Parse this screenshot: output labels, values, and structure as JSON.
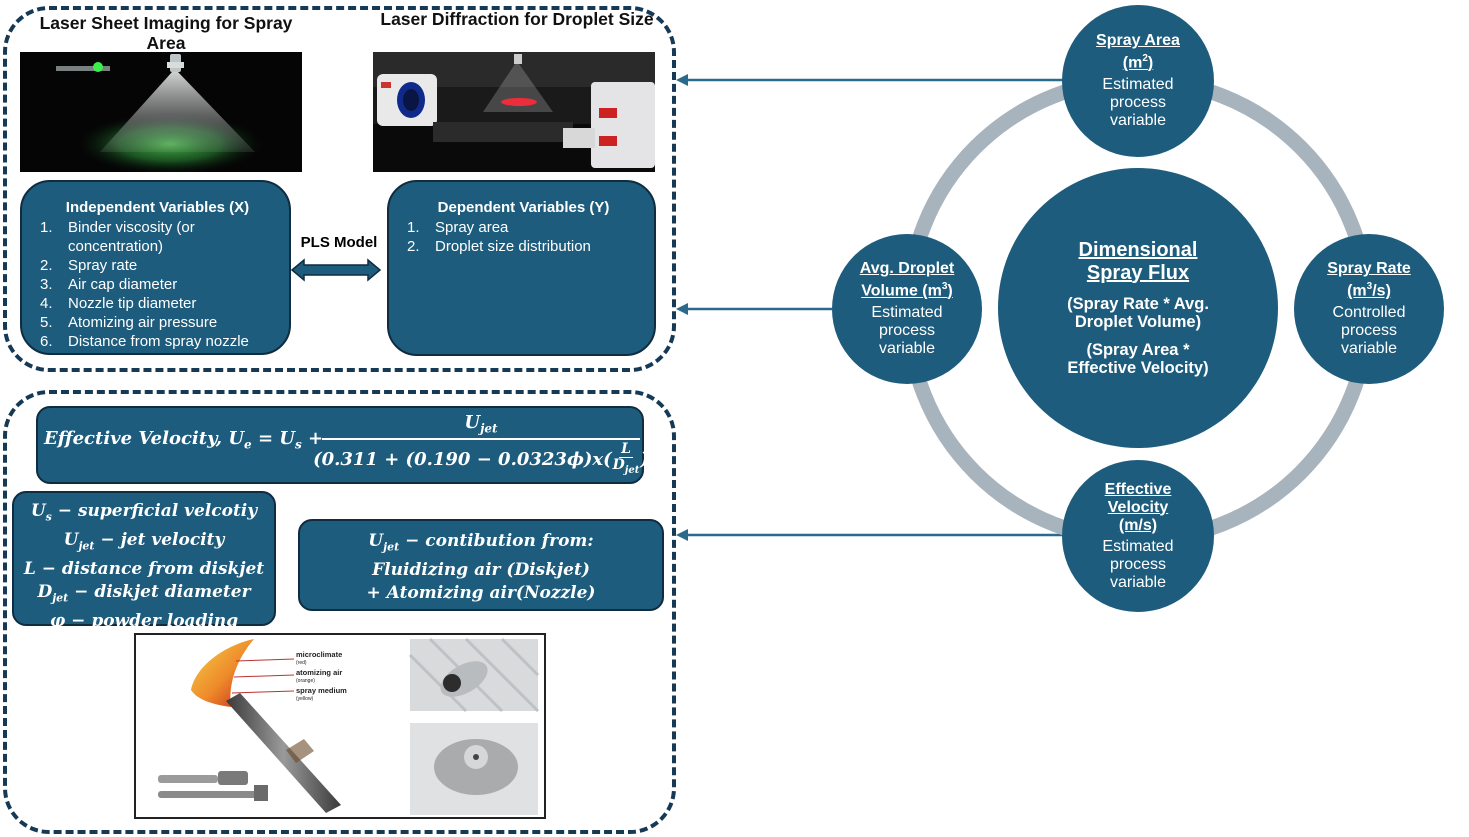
{
  "top_section": {
    "laser_sheet_title": "Laser Sheet Imaging for Spray Area",
    "laser_diffraction_title": "Laser Diffraction for Droplet Size",
    "pls_label": "PLS Model",
    "independent": {
      "title": "Independent Variables (X)",
      "items": [
        {
          "num": "1.",
          "text": "Binder viscosity (or concentration)"
        },
        {
          "num": "2.",
          "text": "Spray rate"
        },
        {
          "num": "3.",
          "text": "Air cap diameter"
        },
        {
          "num": "4.",
          "text": "Nozzle tip diameter"
        },
        {
          "num": "5.",
          "text": "Atomizing air pressure"
        },
        {
          "num": "6.",
          "text": "Distance from spray nozzle"
        }
      ]
    },
    "dependent": {
      "title": "Dependent Variables (Y)",
      "items": [
        {
          "num": "1.",
          "text": "Spray area"
        },
        {
          "num": "2.",
          "text": "Droplet size distribution"
        }
      ]
    }
  },
  "bottom_section": {
    "equation": {
      "lhs": "Effective Velocity, U",
      "lhs_sub": "e",
      "equals": " =  U",
      "us_sub": "s",
      "plus": " +",
      "numerator": "U",
      "numerator_sub": "jet",
      "denom_a": "(0.311 + (0.190  − 0.0323ϕ)x(",
      "frac_l": "L",
      "frac_d": "D",
      "frac_d_sub": "jet",
      "denom_close": ")"
    },
    "definitions": [
      {
        "sym": "U",
        "sub": "s",
        "text": " − superficial velcotiy"
      },
      {
        "sym": "U",
        "sub": "jet",
        "text": " − jet velocity"
      },
      {
        "sym": "L",
        "sub": "",
        "text": " − distance from diskjet"
      },
      {
        "sym": "D",
        "sub": "jet",
        "text": " − diskjet diameter"
      },
      {
        "sym": "φ",
        "sub": "",
        "text": " − powder loading"
      }
    ],
    "contribution": {
      "line1_sym": "U",
      "line1_sub": "jet",
      "line1_text": " − contibution from:",
      "line2": "Fluidizing air (Diskjet)",
      "line3": "+ Atomizing air(Nozzle)"
    },
    "nozzle_labels": {
      "microclimate": "microclimate",
      "microclimate_sub": "(red)",
      "atomizing": "atomizing air",
      "atomizing_sub": "(orange)",
      "spray_medium": "spray medium",
      "spray_medium_sub": "(yellow)"
    }
  },
  "cycle": {
    "center": {
      "title_line1": "Dimensional",
      "title_line2": "Spray Flux",
      "eq1_line1": "(Spray Rate * Avg.",
      "eq1_line2": "Droplet Volume)",
      "eq2_line1": "(Spray Area *",
      "eq2_line2": "Effective Velocity)"
    },
    "spray_area": {
      "title": "Spray Area",
      "unit_pre": "(m",
      "unit_sup": "2",
      "unit_post": ")",
      "subtitle_lines": [
        "Estimated",
        "process",
        "variable"
      ]
    },
    "droplet_volume": {
      "title": "Avg. Droplet",
      "title_line2_pre": "Volume (m",
      "unit_sup": "3",
      "unit_post": ")",
      "subtitle_lines": [
        "Estimated",
        "process",
        "variable"
      ]
    },
    "spray_rate": {
      "title": "Spray Rate",
      "unit_pre": "(m",
      "unit_sup": "3",
      "unit_post": "/s)",
      "subtitle_lines": [
        "Controlled",
        "process",
        "variable"
      ]
    },
    "effective_velocity": {
      "title_lines": [
        "Effective",
        "Velocity",
        "(m/s)"
      ],
      "subtitle_lines": [
        "Estimated",
        "process",
        "variable"
      ]
    }
  },
  "colors": {
    "box_fill": "#1d5c7d",
    "box_border": "#0f2c40",
    "dash_border": "#163a55",
    "ring": "#a8b4bd",
    "arrow": "#2a6a8a"
  }
}
